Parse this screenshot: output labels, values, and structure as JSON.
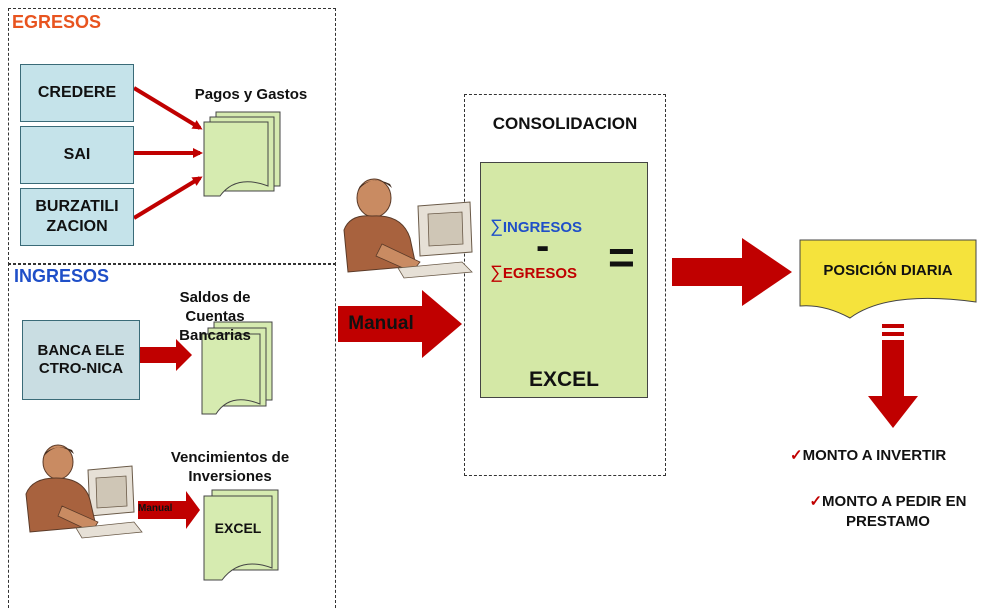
{
  "egresos": {
    "title": "EGRESOS",
    "title_color": "#e8541f",
    "sources": [
      "CREDERE",
      "SAI",
      "BURZATILI ZACION"
    ],
    "doc_label": "Pagos y Gastos"
  },
  "ingresos": {
    "title": "INGRESOS",
    "title_color": "#1f4fc8",
    "banca_label": "BANCA ELECTRO-NICA",
    "saldos_label": "Saldos de Cuentas Bancarias",
    "venc_label": "Vencimientos de Inversiones",
    "manual_small": "Manual",
    "excel_doc": "EXCEL"
  },
  "manual_arrow": "Manual",
  "consolidacion": {
    "title": "CONSOLIDACION",
    "ingresos_term": "INGRESOS",
    "egresos_term": "EGRESOS",
    "sigma": "∑",
    "minus": "-",
    "equals": "=",
    "excel": "EXCEL"
  },
  "posicion": "POSICIÓN DIARIA",
  "outcomes": [
    "MONTO A INVERTIR",
    "MONTO A PEDIR EN PRESTAMO"
  ],
  "check_glyph": "✓",
  "colors": {
    "arrow": "#c00000",
    "system_box": "#c5e3ea",
    "doc_fill": "#d6ebb0",
    "excel_fill": "#d4e8a6",
    "posicion_fill": "#f5e33c"
  }
}
